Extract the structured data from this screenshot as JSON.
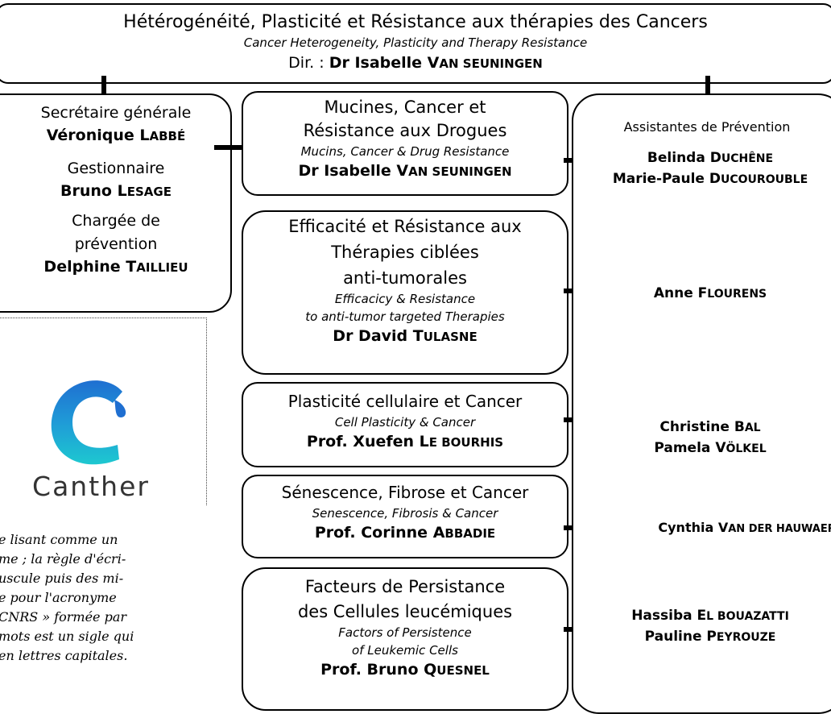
{
  "header": {
    "title_fr": "Hétérogénéité, Plasticité et Résistance aux thérapies des Cancers",
    "title_en": "Cancer Heterogeneity, Plasticity and Therapy Resistance",
    "dir_label": "Dir. :",
    "dir_name": "Dr Isabelle",
    "dir_surname_initial": "V",
    "dir_surname_rest": "AN SEUNINGEN"
  },
  "admin": {
    "role1": "Secrétaire générale",
    "person1_first": "Véronique",
    "person1_last_initial": "L",
    "person1_last_rest": "ABBÉ",
    "role2": "Gestionnaire",
    "person2_first": "Bruno",
    "person2_last_initial": "L",
    "person2_last_rest": "ESAGE",
    "role3_line1": "Chargée de",
    "role3_line2": "prévention",
    "person3_first": "Delphine",
    "person3_last_initial": "T",
    "person3_last_rest": "AILLIEU"
  },
  "logo": {
    "name": "Canther",
    "colors": {
      "top": "#1f9bd7",
      "bottom": "#1ec8d0",
      "text": "#333333"
    }
  },
  "note_lines": [
    "e lisant comme un",
    "me ; la règle d'écri-",
    "uscule puis des mi-",
    "e pour l'acronyme",
    "CNRS » formée par",
    "mots est un sigle qui",
    "en lettres capitales."
  ],
  "teams": [
    {
      "fr_lines": [
        "Mucines, Cancer et",
        "Résistance aux Drogues"
      ],
      "en_lines": [
        "Mucins, Cancer & Drug Resistance"
      ],
      "lead_first": "Dr Isabelle",
      "lead_initial": "V",
      "lead_rest": "AN SEUNINGEN"
    },
    {
      "fr_lines": [
        "Efficacité et Résistance aux",
        "Thérapies ciblées",
        "anti-tumorales"
      ],
      "en_lines": [
        "Efficacicy & Resistance",
        "to anti-tumor targeted Therapies"
      ],
      "lead_first": "Dr David",
      "lead_initial": "T",
      "lead_rest": "ULASNE"
    },
    {
      "fr_lines": [
        "Plasticité cellulaire et Cancer"
      ],
      "en_lines": [
        "Cell Plasticity & Cancer"
      ],
      "lead_first": "Prof. Xuefen",
      "lead_initial": "L",
      "lead_rest": "E BOURHIS"
    },
    {
      "fr_lines": [
        "Sénescence, Fibrose et Cancer"
      ],
      "en_lines": [
        "Senescence, Fibrosis & Cancer"
      ],
      "lead_first": "Prof. Corinne",
      "lead_initial": "A",
      "lead_rest": "BBADIE"
    },
    {
      "fr_lines": [
        "Facteurs de Persistance",
        "des Cellules leucémiques"
      ],
      "en_lines": [
        "Factors of Persistence",
        "of Leukemic Cells"
      ],
      "lead_first": "Prof. Bruno",
      "lead_initial": "Q",
      "lead_rest": "UESNEL"
    }
  ],
  "prevention": {
    "title": "Assistantes de Prévention",
    "people": [
      [
        {
          "first": "Belinda",
          "initial": "D",
          "rest": "UCHÊNE"
        },
        {
          "first": "Marie-Paule",
          "initial": "D",
          "rest": "UCOUROUBLE"
        }
      ],
      [
        {
          "first": "Anne",
          "initial": "F",
          "rest": "LOURENS"
        }
      ],
      [
        {
          "first": "Christine",
          "initial": "B",
          "rest": "AL"
        },
        {
          "first": "Pamela",
          "initial": "V",
          "rest": "ÖLKEL"
        }
      ],
      [
        {
          "first": "Cynthia",
          "initial": "V",
          "rest": "AN DER HAUWAERT"
        }
      ],
      [
        {
          "first": "Hassiba",
          "initial": "E",
          "rest": "L BOUAZATTI"
        },
        {
          "first": "Pauline",
          "initial": "P",
          "rest": "EYROUZE"
        }
      ]
    ]
  }
}
